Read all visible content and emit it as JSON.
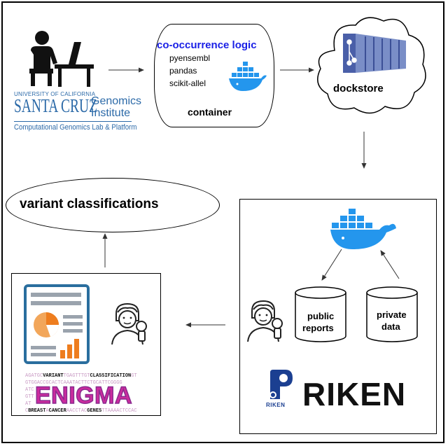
{
  "ucsc": {
    "univ": "UNIVERSITY OF CALIFORNIA",
    "santa_cruz": "SANTA CRUZ",
    "genomics": "Genomics",
    "institute": "Institute",
    "lab": "Computational Genomics Lab & Platform"
  },
  "container": {
    "title": "co-occurrence logic",
    "libs": [
      "pyensembl",
      "pandas",
      "scikit-allel"
    ],
    "label": "container"
  },
  "dockstore": {
    "label": "dockstore"
  },
  "variant": {
    "label": "variant classifications"
  },
  "riken": {
    "public": [
      "public",
      "reports"
    ],
    "private": [
      "private",
      "data"
    ],
    "logo_text": "RIKEN",
    "logo_small": "RIKEN"
  },
  "enigma": {
    "logo": "ENIGMA",
    "seq_rows": [
      [
        "AGATGC",
        "VARIANT",
        "TGAGTTTGT",
        "CLASSIFICATION",
        "GT"
      ],
      [
        "GTGGACCGCACTCAAATACTTCTGCATTCGGGG",
        "",
        "",
        "",
        ""
      ],
      [
        "ATC",
        "",
        "",
        "",
        ""
      ],
      [
        "GTT",
        "",
        "",
        "",
        ""
      ],
      [
        "AT",
        "",
        "",
        "",
        ""
      ],
      [
        "C",
        "BREAST",
        "A",
        "CANCER",
        "AACCTAC",
        "GENES",
        "TTAAAACTCCAC"
      ]
    ]
  },
  "colors": {
    "title_blue": "#1a20e6",
    "docker_blue": "#2496ed",
    "ucsc_blue": "#2c6aa8",
    "enigma_magenta": "#cc2b9e",
    "enigma_purple": "#8a2b8f",
    "riken_blue": "#1b3f91",
    "chart_orange": "#ee7d1e"
  }
}
